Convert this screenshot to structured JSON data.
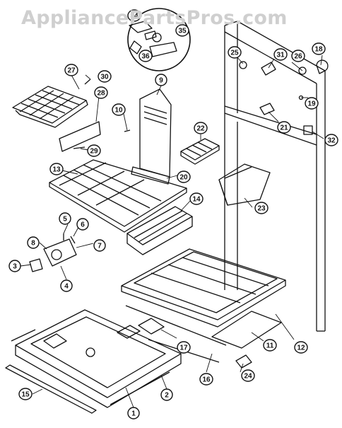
{
  "watermark": "AppliancePartsPros.com",
  "callouts": {
    "c1": "1",
    "c2": "2",
    "c3": "3",
    "c4": "4",
    "c5": "5",
    "c6": "6",
    "c7": "7",
    "c8": "8",
    "c9": "9",
    "c10": "10",
    "c11": "11",
    "c12": "12",
    "c13": "13",
    "c14": "14",
    "c15": "15",
    "c16": "16",
    "c17": "17",
    "c18": "18",
    "c19": "19",
    "c20": "20",
    "c21": "21",
    "c22": "22",
    "c23": "23",
    "c24": "24",
    "c25": "25",
    "c26": "26",
    "c27": "27",
    "c28": "28",
    "c29": "29",
    "c30": "30",
    "c31": "31",
    "c32": "32",
    "c34": "34",
    "c35": "35",
    "c36": "36"
  },
  "colors": {
    "line": "#111111",
    "watermark": "#cfcfcf",
    "callout_fill": "#ffffff"
  }
}
